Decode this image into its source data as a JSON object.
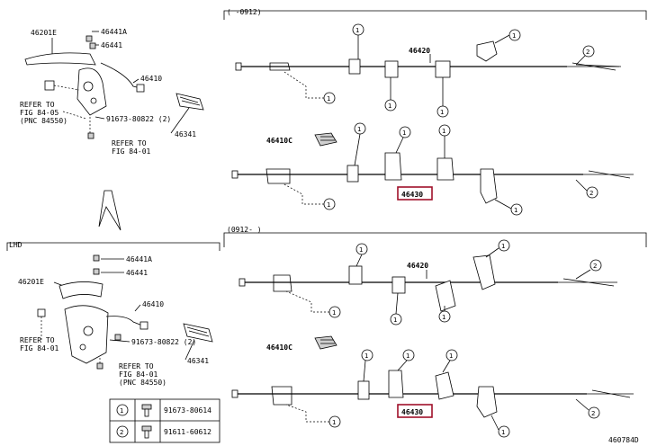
{
  "top_left": {
    "labels": {
      "p46201e": "46201E",
      "p46441a": "46441A",
      "p46441": "46441",
      "p46410": "46410",
      "p46341": "46341",
      "bolt": "91673-80822 (2)",
      "refer1_line1": "REFER TO",
      "refer1_line2": "FIG 84-05",
      "refer1_line3": "(PNC 84550)",
      "refer2_line1": "REFER TO",
      "refer2_line2": "FIG 84-01"
    }
  },
  "bottom_left": {
    "header": "LHD",
    "labels": {
      "p46441a": "46441A",
      "p46441": "46441",
      "p46201e": "46201E",
      "p46410": "46410",
      "p46341": "46341",
      "bolt": "91673-80822 (2)",
      "refer1_line1": "REFER TO",
      "refer1_line2": "FIG 84-01",
      "refer2_line1": "REFER TO",
      "refer2_line2": "FIG 84-01",
      "refer2_line3": "(PNC 84550)"
    }
  },
  "top_right": {
    "range": "(    -0912)",
    "cable1": "46420",
    "bracket": "46410C",
    "cable2": "46430"
  },
  "bottom_right": {
    "range": "(0912-    )",
    "cable1": "46420",
    "bracket": "46410C",
    "cable2": "46430"
  },
  "legend": [
    {
      "num": "1",
      "part": "91673-80614"
    },
    {
      "num": "2",
      "part": "91611-60612"
    }
  ],
  "callouts": {
    "one": "1",
    "two": "2"
  },
  "diagram_id": "460784D",
  "colors": {
    "highlight": "#a0102a",
    "line": "#000000"
  }
}
